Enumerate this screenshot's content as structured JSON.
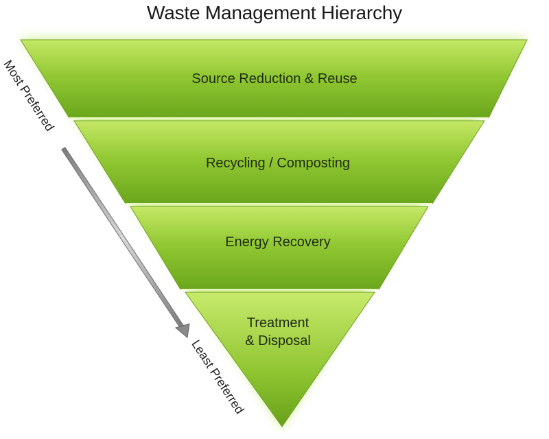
{
  "title": "Waste Management Hierarchy",
  "tiers": [
    {
      "label": "Source Reduction & Reuse"
    },
    {
      "label": "Recycling / Composting"
    },
    {
      "label": "Energy Recovery"
    },
    {
      "label_line1": "Treatment",
      "label_line2": "& Disposal"
    }
  ],
  "preference_axis": {
    "top_label": "Most Preferred",
    "bottom_label": "Least Preferred"
  },
  "colors": {
    "tier_light": "#bfe35a",
    "tier_mid": "#86c22a",
    "tier_dark": "#5d9a14",
    "glow": "#c6ea74",
    "arrow": "#9a9a9a"
  }
}
